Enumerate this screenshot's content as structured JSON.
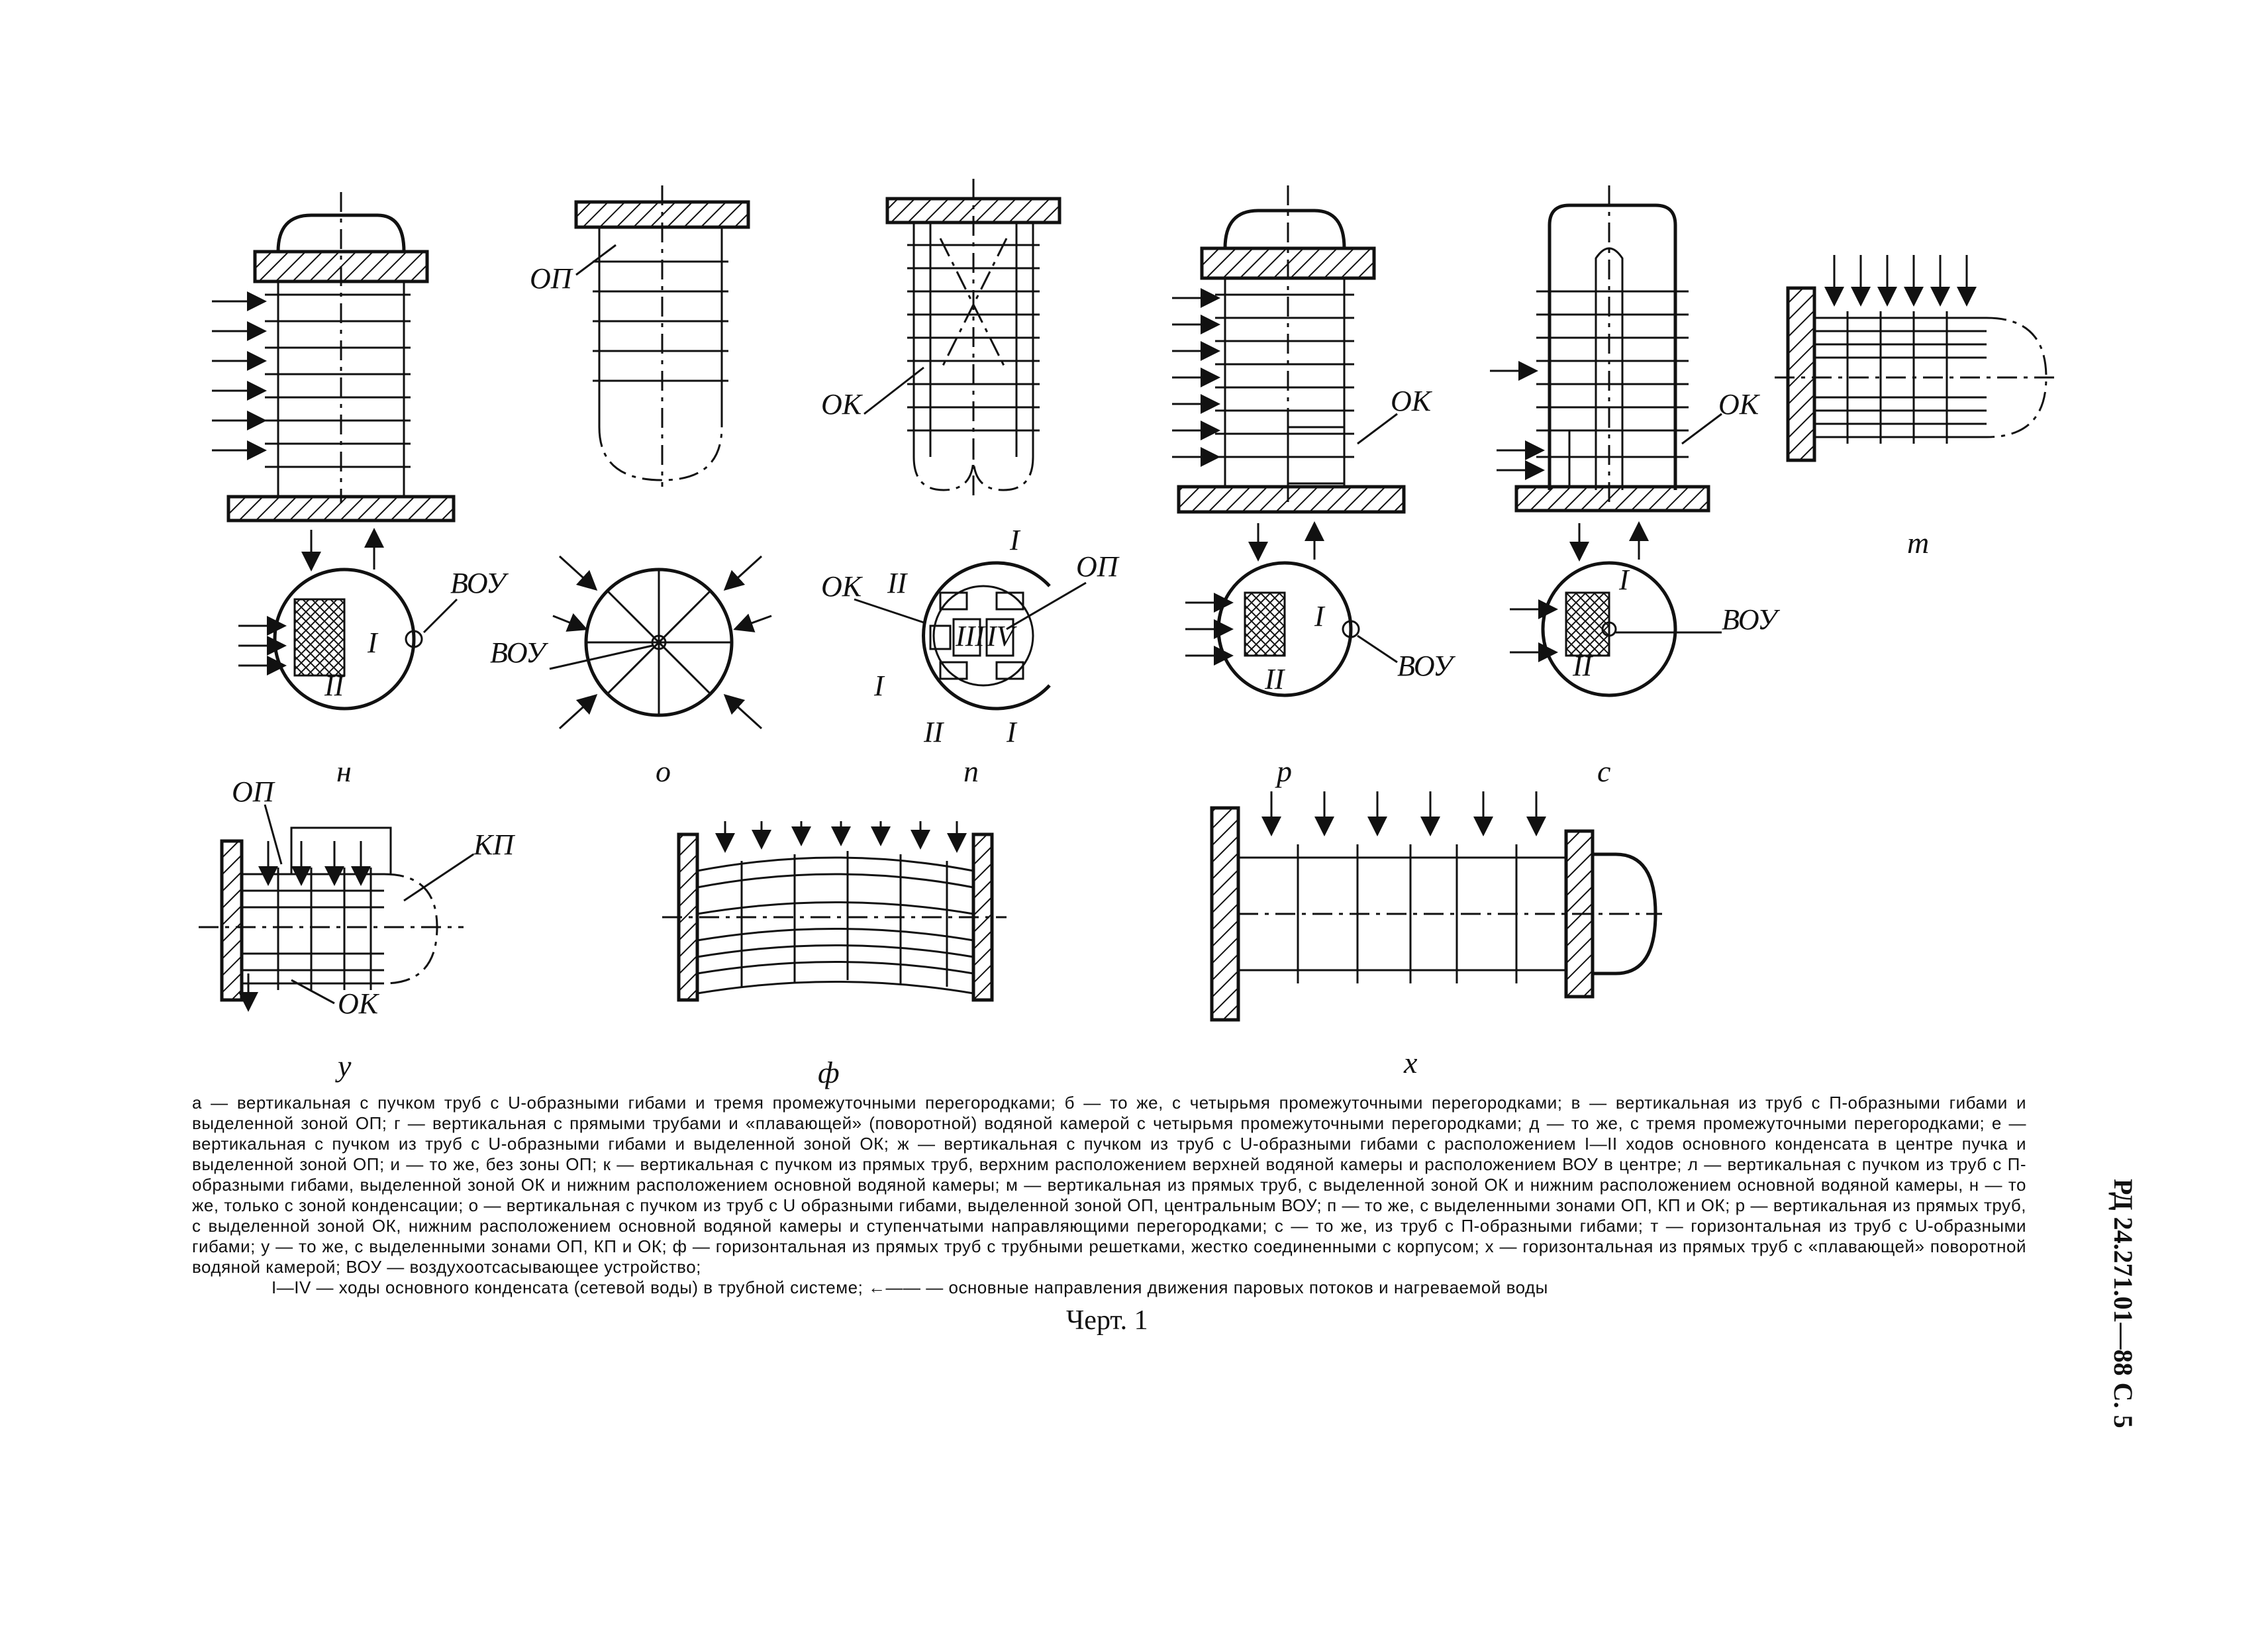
{
  "labels": {
    "op": "ОП",
    "ok": "ОК",
    "kp": "КП",
    "vou": "ВОУ",
    "roman_I": "I",
    "roman_II": "II",
    "roman_III": "III",
    "roman_IV": "IV"
  },
  "captions": {
    "n": "н",
    "o": "о",
    "p": "п",
    "r": "р",
    "s": "с",
    "t": "т",
    "u": "у",
    "f": "ф",
    "x": "х"
  },
  "legend_text": "а — вертикальная с пучком труб с U-образными гибами и тремя промежуточными перегородками; б — то же, с четырьмя промежуточными перегородками; в — вертикальная из труб с П-образными гибами и выделенной зоной ОП; г — вертикальная с прямыми трубами и «плавающей» (поворотной) водяной камерой с четырьмя промежуточными перегородками; д — то же, с тремя промежуточными перегородками; е — вертикальная с пучком из труб с U-образными гибами и выделенной зоной ОК; ж — вертикальная с пучком из труб с U-образными гибами с расположением I—II ходов основного конденсата в центре пучка и выделенной зоной ОП; и — то же, без зоны ОП; к — вертикальная с пучком из прямых труб, верхним расположением верхней водяной камеры и расположением ВОУ в центре; л — вертикальная с пучком из труб с П-образными гибами, выделенной зоной ОК и нижним расположением основной водяной камеры; м — вертикальная из прямых труб, с выделенной зоной ОК и нижним расположением основной водяной камеры, н — то же, только с зоной конденсации; о — вертикальная с пучком из труб с U образными гибами, выделенной зоной ОП, центральным ВОУ; п — то же, с выделенными зонами ОП, КП и ОК; р — вертикальная из прямых труб, с выделенной зоной ОК, нижним расположением основной водяной камеры и ступенчатыми направляющими перегородками; с — то же, из труб с П-образными гибами; т — горизонтальная из труб с U-образными гибами; у — то же, с выделенными зонами ОП, КП и ОК; ф — горизонтальная из прямых труб с трубными решетками, жестко соединенными с корпусом; х — горизонтальная из прямых труб с «плавающей» поворотной водяной камерой; ВОУ — воздухоотсасывающее устройство;",
  "legend_last": "I—IV — ходы основного конденсата (сетевой воды) в трубной системе; ←—— — основные направления движения паровых потоков и нагреваемой воды",
  "figure_caption": "Черт. 1",
  "side_reference": "РД 24.271.01—88 С. 5"
}
